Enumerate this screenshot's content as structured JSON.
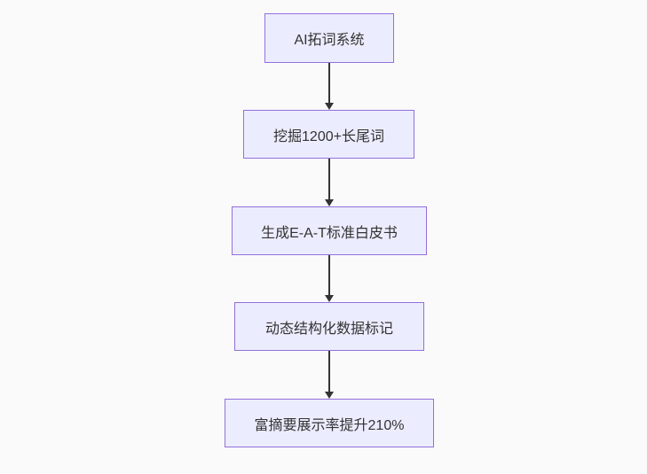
{
  "canvas": {
    "background_color": "#fafafa"
  },
  "flowchart": {
    "type": "flowchart",
    "direction": "top-down",
    "colors": {
      "node_fill": "#ececff",
      "node_border": "#9370db",
      "node_text": "#333333",
      "arrow": "#333333"
    },
    "nodes": [
      {
        "label": "AI拓词系统"
      },
      {
        "label": "挖掘1200+长尾词"
      },
      {
        "label": "生成E-A-T标准白皮书"
      },
      {
        "label": "动态结构化数据标记"
      },
      {
        "label": "富摘要展示率提升210%"
      }
    ],
    "edges": [
      {
        "from": "AI拓词系统",
        "to": "挖掘1200+长尾词"
      },
      {
        "from": "挖掘1200+长尾词",
        "to": "生成E-A-T标准白皮书"
      },
      {
        "from": "生成E-A-T标准白皮书",
        "to": "动态结构化数据标记"
      },
      {
        "from": "动态结构化数据标记",
        "to": "富摘要展示率提升210%"
      }
    ]
  }
}
